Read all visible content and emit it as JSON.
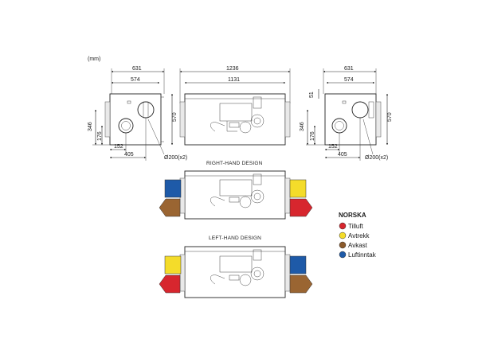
{
  "unit_label": "(mm)",
  "dimensions": {
    "left_total_width": "631",
    "left_body_width": "574",
    "left_height_total": "570",
    "left_duct_center_height": "346",
    "left_small_height": "176",
    "left_offset_152": "152",
    "left_offset_405": "405",
    "left_duct_diameter": "Ø200(x2)",
    "front_total_width": "1236",
    "front_body_width": "1131",
    "right_total_width": "631",
    "right_body_width": "574",
    "right_top_offset": "51",
    "right_height_total": "570",
    "right_duct_center_height": "346",
    "right_small_height": "176",
    "right_offset_152": "152",
    "right_offset_405": "405",
    "right_duct_diameter": "Ø200(x2)"
  },
  "designs": {
    "right_hand": "RIGHT-HAND DESIGN",
    "left_hand": "LEFT-HAND DESIGN"
  },
  "legend": {
    "title": "NORSKA",
    "items": [
      {
        "label": "Tilluft",
        "color": "#d7262e"
      },
      {
        "label": "Avtrekk",
        "color": "#f4dc2a"
      },
      {
        "label": "Avkast",
        "color": "#8b5a2b"
      },
      {
        "label": "Luftinntak",
        "color": "#1e5aa8"
      }
    ]
  },
  "colors": {
    "red": "#d7262e",
    "yellow": "#f4dc2a",
    "brown": "#9a6532",
    "blue": "#1e5aa8"
  }
}
